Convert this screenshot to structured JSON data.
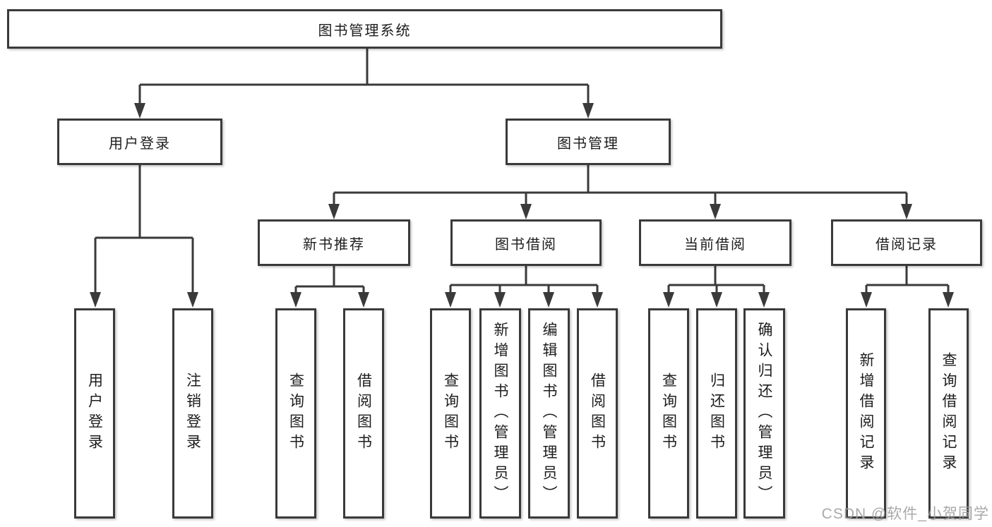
{
  "diagram_title": "图书管理系统",
  "colors": {
    "line": "#3a3a3a",
    "box_border": "#3a3a3a",
    "text": "#1d1d1d",
    "watermark": "#a0a0a0",
    "background": "#ffffff"
  },
  "tree": {
    "label": "图书管理系统",
    "children": [
      {
        "label": "用户登录",
        "children": [
          {
            "label": "用户登录"
          },
          {
            "label": "注销登录"
          }
        ]
      },
      {
        "label": "图书管理",
        "children": [
          {
            "label": "新书推荐",
            "children": [
              {
                "label": "查询图书"
              },
              {
                "label": "借阅图书"
              }
            ]
          },
          {
            "label": "图书借阅",
            "children": [
              {
                "label": "查询图书"
              },
              {
                "label": "新增图书（管理员）"
              },
              {
                "label": "编辑图书（管理员）"
              },
              {
                "label": "借阅图书"
              }
            ]
          },
          {
            "label": "当前借阅",
            "children": [
              {
                "label": "查询图书"
              },
              {
                "label": "归还图书"
              },
              {
                "label": "确认归还（管理员）"
              }
            ]
          },
          {
            "label": "借阅记录",
            "children": [
              {
                "label": "新增借阅记录"
              },
              {
                "label": "查询借阅记录"
              }
            ]
          }
        ]
      }
    ]
  },
  "watermark": "CSDN @软件_小贺同学"
}
